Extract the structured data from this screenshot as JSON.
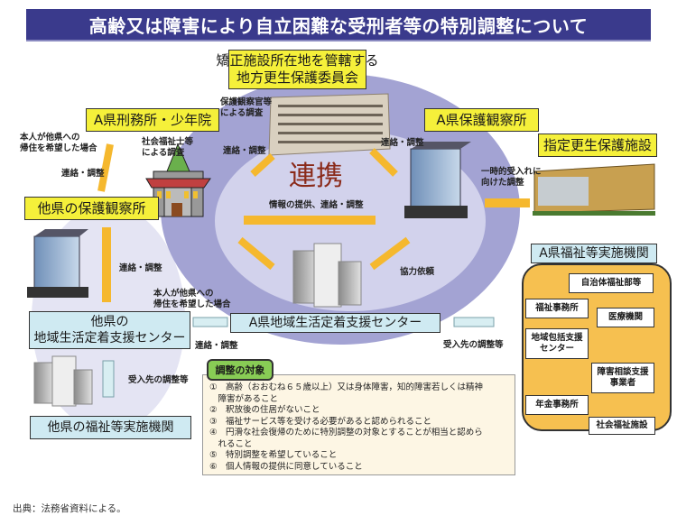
{
  "title": "高齢又は障害により自立困難な受刑者等の特別調整について",
  "nodes": {
    "regional_board": "矯正施設所在地を管轄する\n地方更生保護委員会",
    "prison": "A県刑務所・少年院",
    "a_probation": "A県保護観察所",
    "designated_facility": "指定更生保護施設",
    "other_probation": "他県の保護観察所",
    "other_center": "他県の\n地域生活定着支援センター",
    "a_center": "A県地域生活定着支援センター",
    "other_welfare": "他県の福祉等実施機関",
    "a_welfare": "A県福祉等実施機関"
  },
  "center_label": "連携",
  "labels": {
    "probation_officer_survey": "保護観察官等\nによる調査",
    "social_worker_survey": "社会福祉士等\nによる調査",
    "liaison_prison": "連絡・調整",
    "liaison_a_probation": "連絡・調整",
    "info_provision": "情報の提供、連絡・調整",
    "temporary_acceptance": "一時的受入れに\n向けた調整",
    "cooperation_request": "協力依頼",
    "return_wish_top": "本人が他県への\n帰住を希望した場合",
    "liaison_left_top": "連絡・調整",
    "liaison_left_mid": "連絡・調整",
    "return_wish_mid": "本人が他県への\n帰住を希望した場合",
    "liaison_centers": "連絡・調整",
    "acceptance_right": "受入先の調整等",
    "acceptance_left": "受入先の調整等"
  },
  "welfare_agencies": [
    "自治体福祉部等",
    "福祉事務所",
    "医療機関",
    "地域包括支援\nセンター",
    "障害相談支援\n事業者",
    "年金事務所",
    "社会福祉施設"
  ],
  "targets": {
    "heading": "調整の対象",
    "items": [
      "①　高齢（おおむね６５歳以上）又は身体障害，知的障害若しくは精神",
      "　障害があること",
      "②　釈放後の住居がないこと",
      "③　福祉サービス等を受ける必要があると認められること",
      "④　円滑な社会復帰のために特別調整の対象とすることが相当と認めら",
      "　れること",
      "⑤　特別調整を希望していること",
      "⑥　個人情報の提供に同意していること"
    ]
  },
  "source": "出典：法務省資料による。",
  "colors": {
    "title_bg": "#3a3a8c",
    "node_yellow": "#f5f03a",
    "node_cyan": "#cfeaf2",
    "arrow_orange": "#f5b82e",
    "circle_outer": "#a3a3d3",
    "circle_inner": "#d2d2ec",
    "welfare_panel": "#f6c050",
    "target_tab": "#88cc55",
    "renkei_text": "#8a2a1a"
  }
}
